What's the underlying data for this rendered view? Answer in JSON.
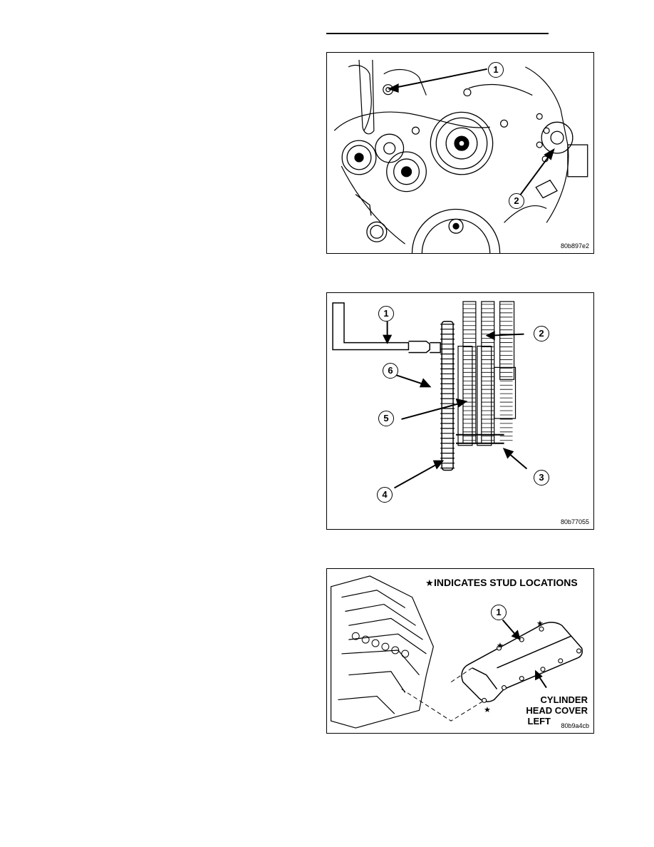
{
  "figures": [
    {
      "id": "80b897e2",
      "callouts": [
        "1",
        "2"
      ]
    },
    {
      "id": "80b77055",
      "callouts": [
        "1",
        "2",
        "3",
        "4",
        "5",
        "6"
      ]
    },
    {
      "id": "80b9a4cb",
      "title": "INDICATES STUD LOCATIONS",
      "callouts": [
        "1"
      ],
      "label_lines": [
        "CYLINDER",
        "HEAD COVER",
        "LEFT"
      ]
    }
  ],
  "icons": {
    "star": "★"
  }
}
